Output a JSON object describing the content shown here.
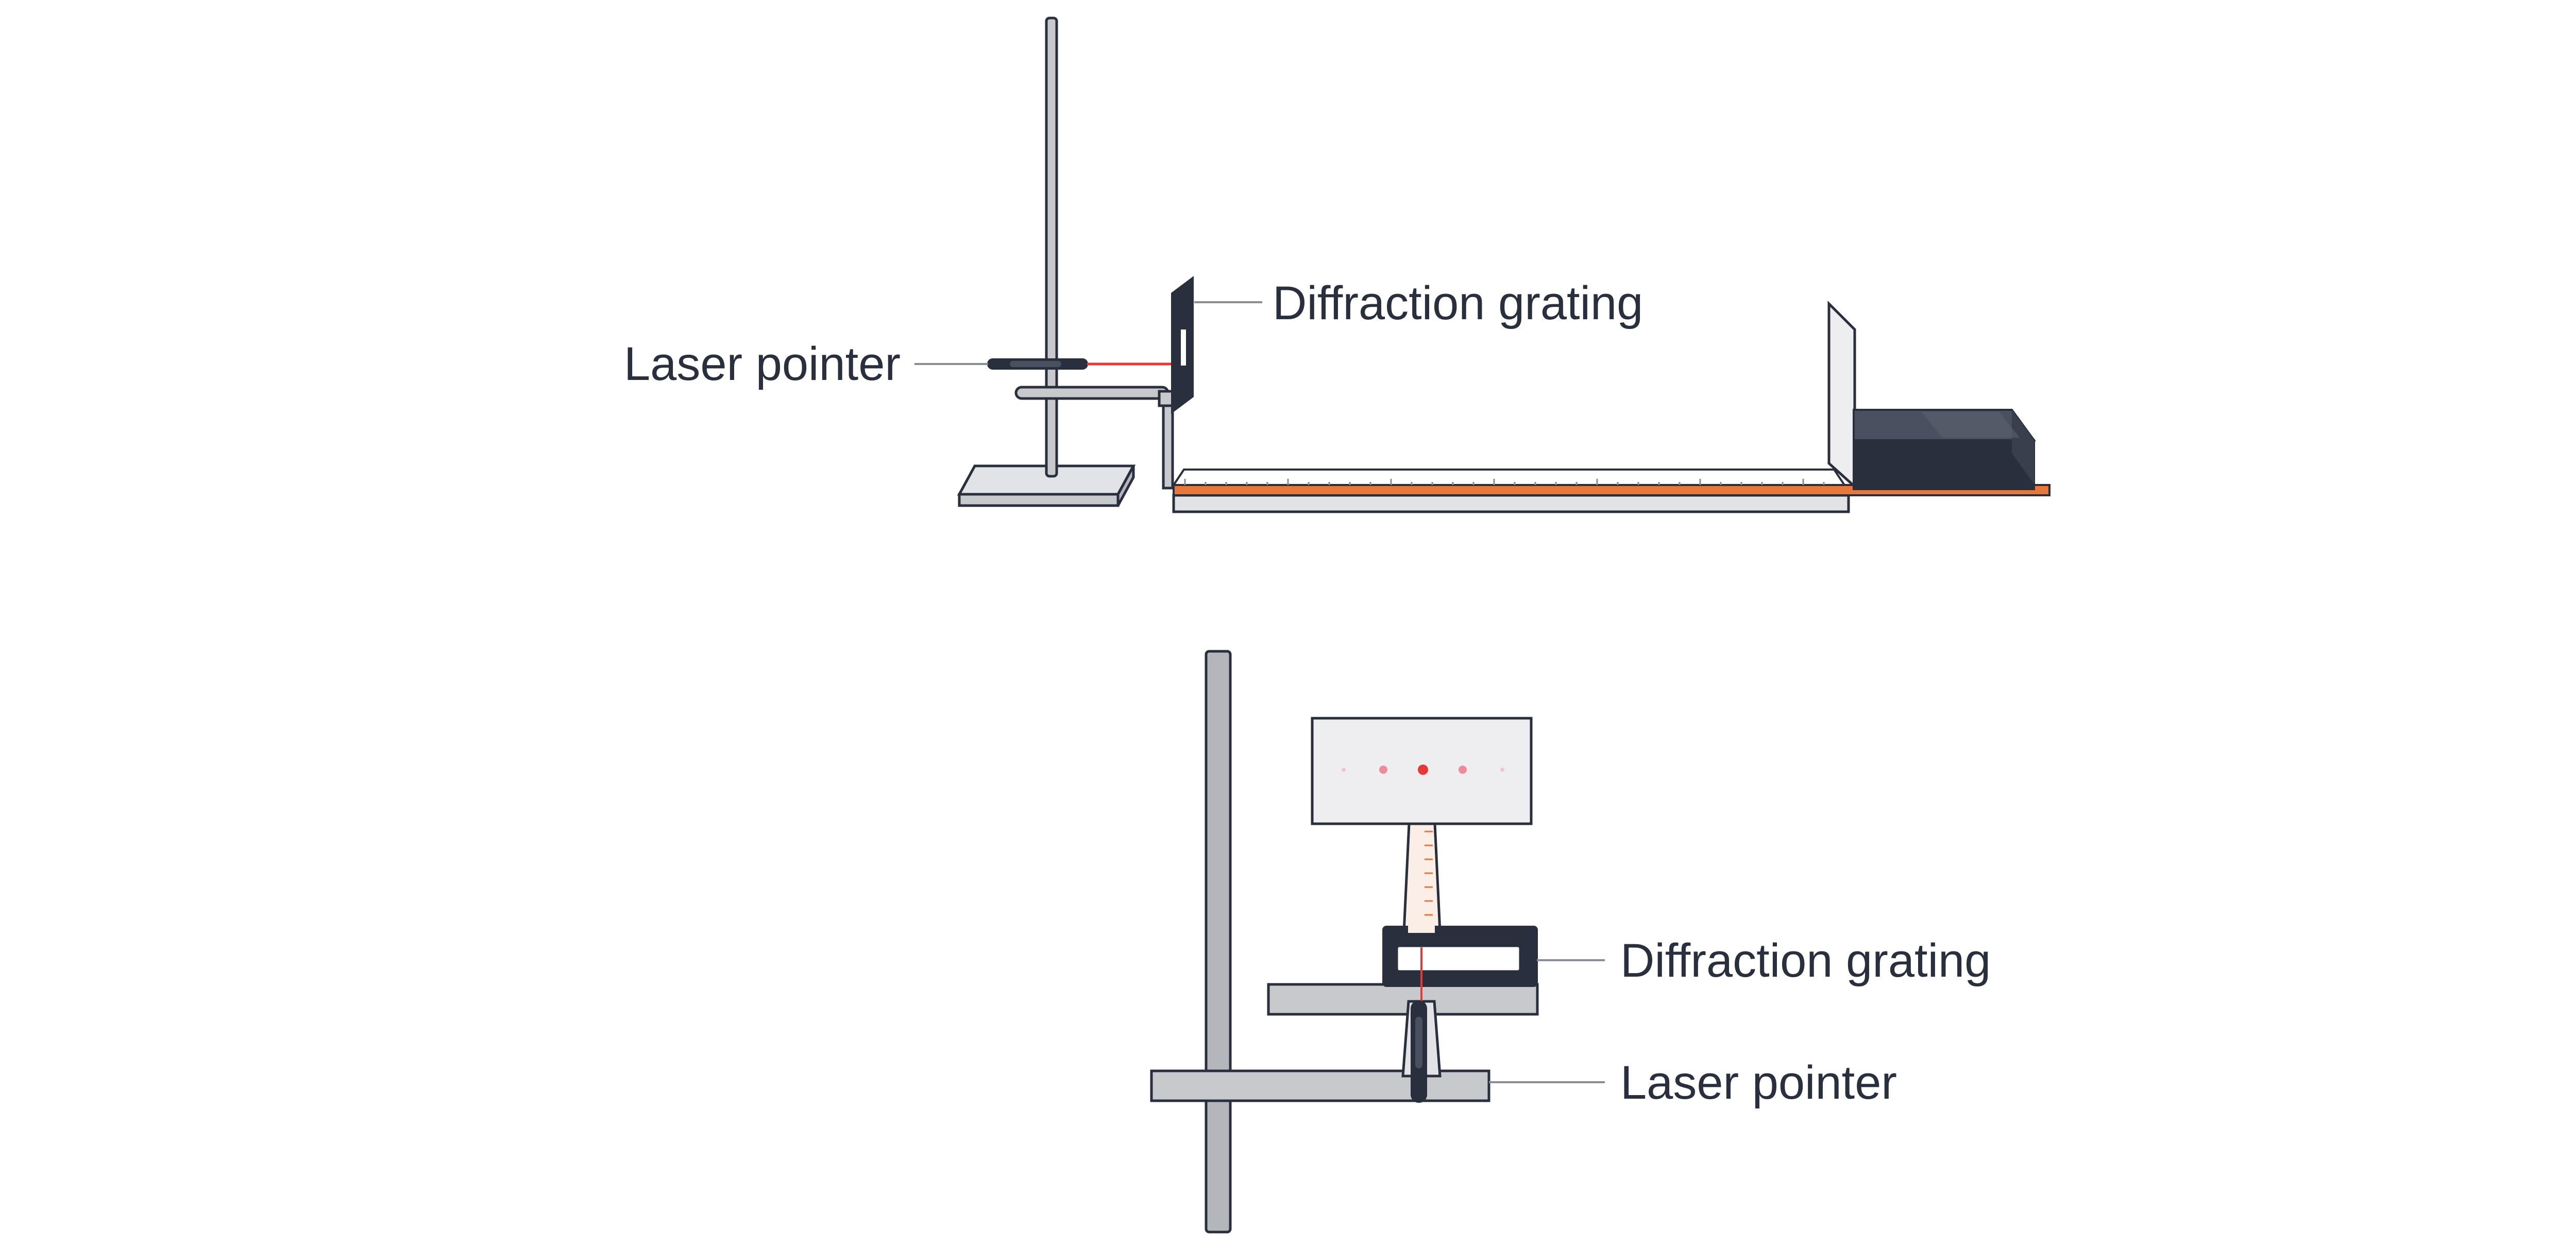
{
  "side_view": {
    "laser_label": "Laser pointer",
    "grating_label": "Diffraction grating"
  },
  "top_view": {
    "grating_label": "Diffraction grating",
    "laser_label": "Laser pointer"
  },
  "colors": {
    "outline": "#2a2f3d",
    "metal": "#c7c9cd",
    "metal_light": "#e2e3e6",
    "dark_block": "#2a2f3d",
    "ruler_orange": "#e8773a",
    "laser_red": "#e53935",
    "spot_pink": "#ef8a9a",
    "screen_fill": "#eeeef0"
  }
}
